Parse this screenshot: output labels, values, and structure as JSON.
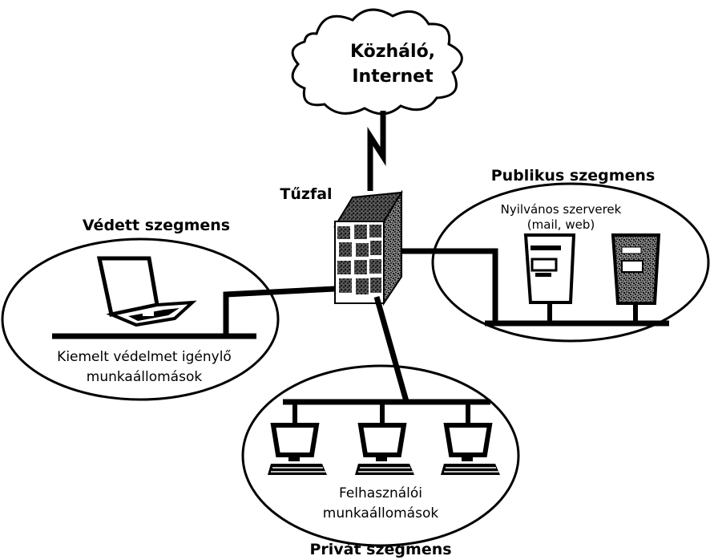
{
  "cloud": {
    "line1": "Közháló,",
    "line2": "Internet"
  },
  "firewall": {
    "label": "Tűzfal"
  },
  "protected_segment": {
    "title": "Védett szegmens",
    "caption_line1": "Kiemelt védelmet igénylő",
    "caption_line2": "munkaállomások"
  },
  "public_segment": {
    "title": "Publikus szegmens",
    "caption_line1": "Nyilvános szerverek",
    "caption_line2": "(mail, web)"
  },
  "private_segment": {
    "title": "Privát szegmens",
    "caption_line1": "Felhasználói",
    "caption_line2": "munkaállomások"
  }
}
